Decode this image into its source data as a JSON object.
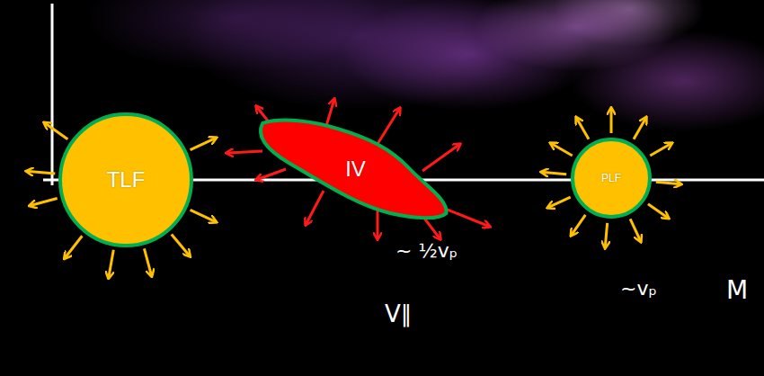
{
  "diagram": {
    "nodes": [
      {
        "text": [
          "TLF"
        ]
      },
      {
        "text": [
          "IV"
        ]
      },
      {
        "text": [
          "PLF"
        ]
      }
    ],
    "labels": [
      "~ ½vₚ",
      "~vₚ",
      "V∥",
      "M"
    ]
  }
}
